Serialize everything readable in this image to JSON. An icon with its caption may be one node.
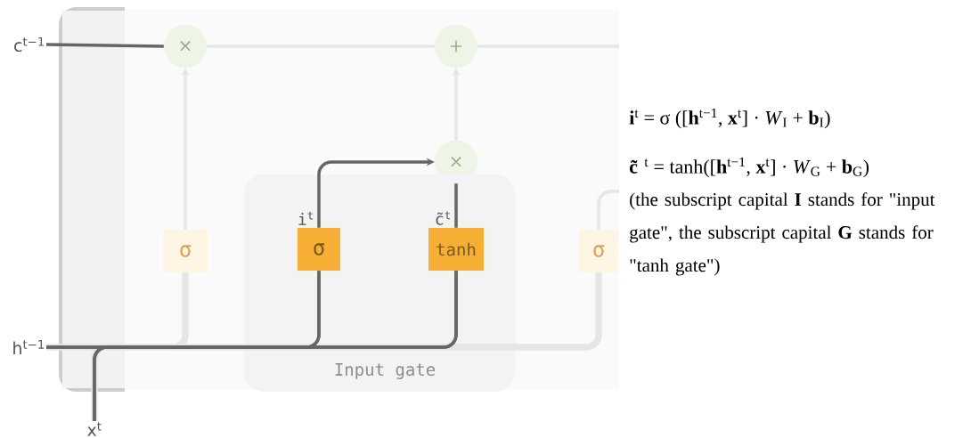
{
  "diagram": {
    "nodes": [
      {
        "text": [
          "c$^{t−1}$"
        ]
      },
      {
        "text": [
          "h$^{t−1}$"
        ]
      },
      {
        "text": [
          "x$^{t}$"
        ]
      },
      {
        "text": [
          "×"
        ]
      },
      {
        "text": [
          "+"
        ]
      },
      {
        "text": [
          "×"
        ]
      },
      {
        "text": [
          "σ"
        ]
      },
      {
        "text": [
          "Input gate"
        ]
      },
      {
        "text": [
          "σ"
        ],
        "in": 7,
        "beside": [
          "i$^{t}$"
        ]
      },
      {
        "text": [
          "tanh"
        ],
        "in": 7,
        "beside": [
          "c̃$^{t}$"
        ]
      },
      {
        "text": [
          "σ"
        ]
      }
    ],
    "edges": [
      {
        "from": 0,
        "to": 3,
        "arrow": "none",
        "color": "#666666"
      },
      {
        "from": 3,
        "to": 4,
        "arrow": "none"
      },
      {
        "from": 4,
        "to": null,
        "arrow": "none"
      },
      {
        "from": 1,
        "to": 6,
        "arrow": "none",
        "style": "thick"
      },
      {
        "from": 2,
        "to": 6,
        "arrow": "none",
        "style": "thick"
      },
      {
        "from": 1,
        "to": 10,
        "arrow": "none",
        "style": "thick"
      },
      {
        "from": 2,
        "to": 10,
        "arrow": "none",
        "style": "thick"
      },
      {
        "from": 1,
        "to": 8,
        "arrow": "none",
        "color": "#666666"
      },
      {
        "from": 2,
        "to": 8,
        "arrow": "none",
        "color": "#666666"
      },
      {
        "from": 1,
        "to": 9,
        "arrow": "none",
        "color": "#666666"
      },
      {
        "from": 2,
        "to": 9,
        "arrow": "none",
        "color": "#666666"
      },
      {
        "from": 6,
        "to": 3,
        "arrow": "to"
      },
      {
        "from": 8,
        "to": 5,
        "arrow": "to",
        "color": "#666666"
      },
      {
        "from": 9,
        "to": 5,
        "arrow": "none",
        "color": "#666666"
      },
      {
        "from": 5,
        "to": 4,
        "arrow": "to"
      },
      {
        "from": 10,
        "to": null,
        "arrow": "none"
      }
    ],
    "labels": [
      "**i**$^{t}$ = σ ([**h**$^{t−1}$, **x**$^{t}$] · *W*$_{I}$ + **b**$_{I}$)",
      "**c̃**$^{t}$ = tanh([**h**$^{t−1}$, **x**$^{t}$] · *W*$_{G}$ + **b**$_{G}$)",
      "(the subscript capital **I** stands for \"input gate\", the subscript capital **G** stands for \"tanh gate\")"
    ]
  }
}
